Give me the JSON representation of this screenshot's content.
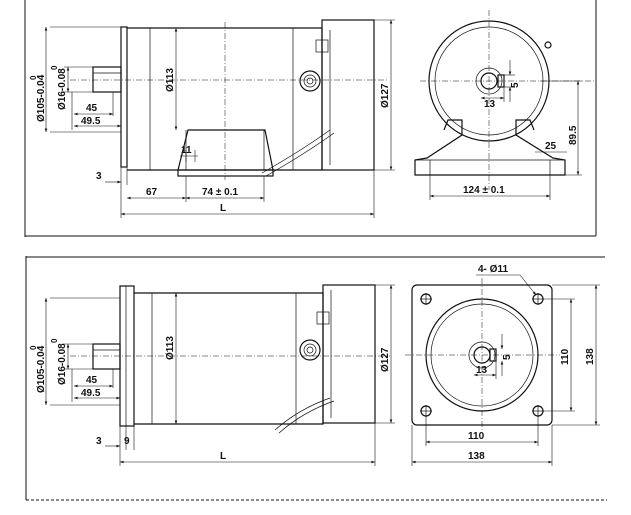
{
  "top": {
    "side": {
      "dia_flange": "Ø105-0.04",
      "dia_flange_tol_top": "0",
      "dia_shaft": "Ø16-0.08",
      "dia_shaft_tol_top": "0",
      "dia_body": "Ø113",
      "dia_endcap": "Ø127",
      "shaft_len_a": "45",
      "shaft_len_b": "49.5",
      "foot_hole": "11",
      "flange_thk": "3",
      "foot_offset": "67",
      "foot_span": "74 ± 0.1",
      "length": "L"
    },
    "front": {
      "key_width": "13",
      "key_depth": "5",
      "center_height": "89.5",
      "foot_thk": "25",
      "foot_span": "124 ± 0.1"
    }
  },
  "bottom": {
    "side": {
      "dia_flange": "Ø105-0.04",
      "dia_flange_tol_top": "0",
      "dia_shaft": "Ø16-0.08",
      "dia_shaft_tol_top": "0",
      "dia_body": "Ø113",
      "dia_endcap": "Ø127",
      "shaft_len_a": "45",
      "shaft_len_b": "49.5",
      "flange_thk_a": "3",
      "flange_thk_b": "9",
      "length": "L"
    },
    "front": {
      "holes": "4- Ø11",
      "key_width": "13",
      "key_depth": "5",
      "hole_span_v": "110",
      "plate_v": "138",
      "hole_span_h": "110",
      "plate_h": "138"
    }
  }
}
